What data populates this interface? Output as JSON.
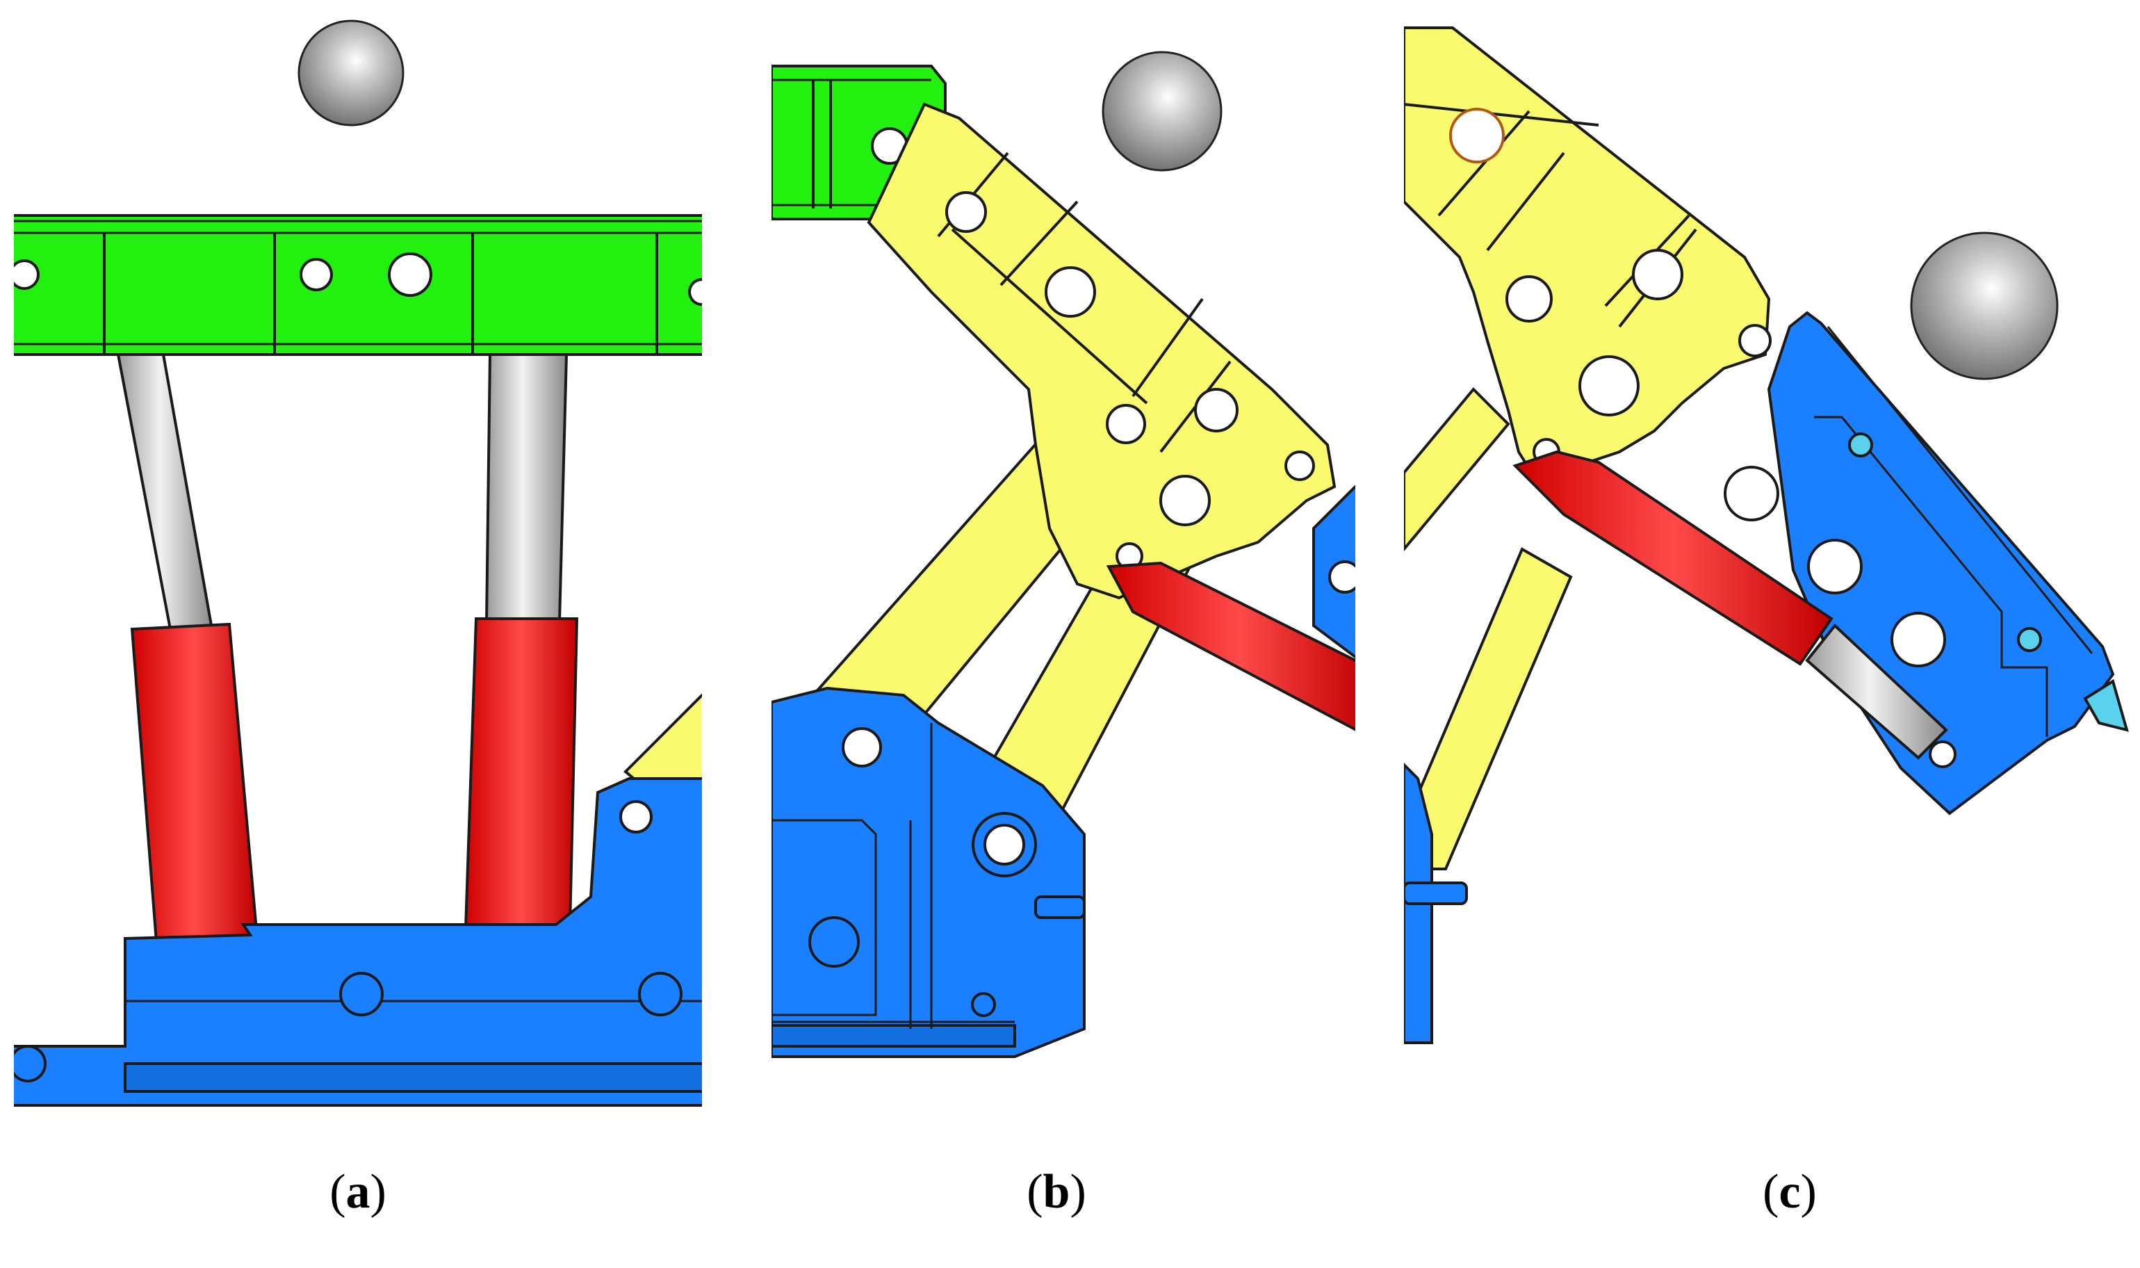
{
  "captions": {
    "a": {
      "open": "(",
      "letter": "a",
      "close": ")"
    },
    "b": {
      "open": "(",
      "letter": "b",
      "close": ")"
    },
    "c": {
      "open": "(",
      "letter": "c",
      "close": ")"
    }
  },
  "colors": {
    "green": "#22f00f",
    "yellow": "#fafa6e",
    "blue": "#1a80ff",
    "red": "#ff0f0f",
    "rod_gray": "#b8b8b8",
    "ball_gray": "#9a9a9a",
    "cyan": "#5ad2ee",
    "outline": "#1a1a1a"
  }
}
